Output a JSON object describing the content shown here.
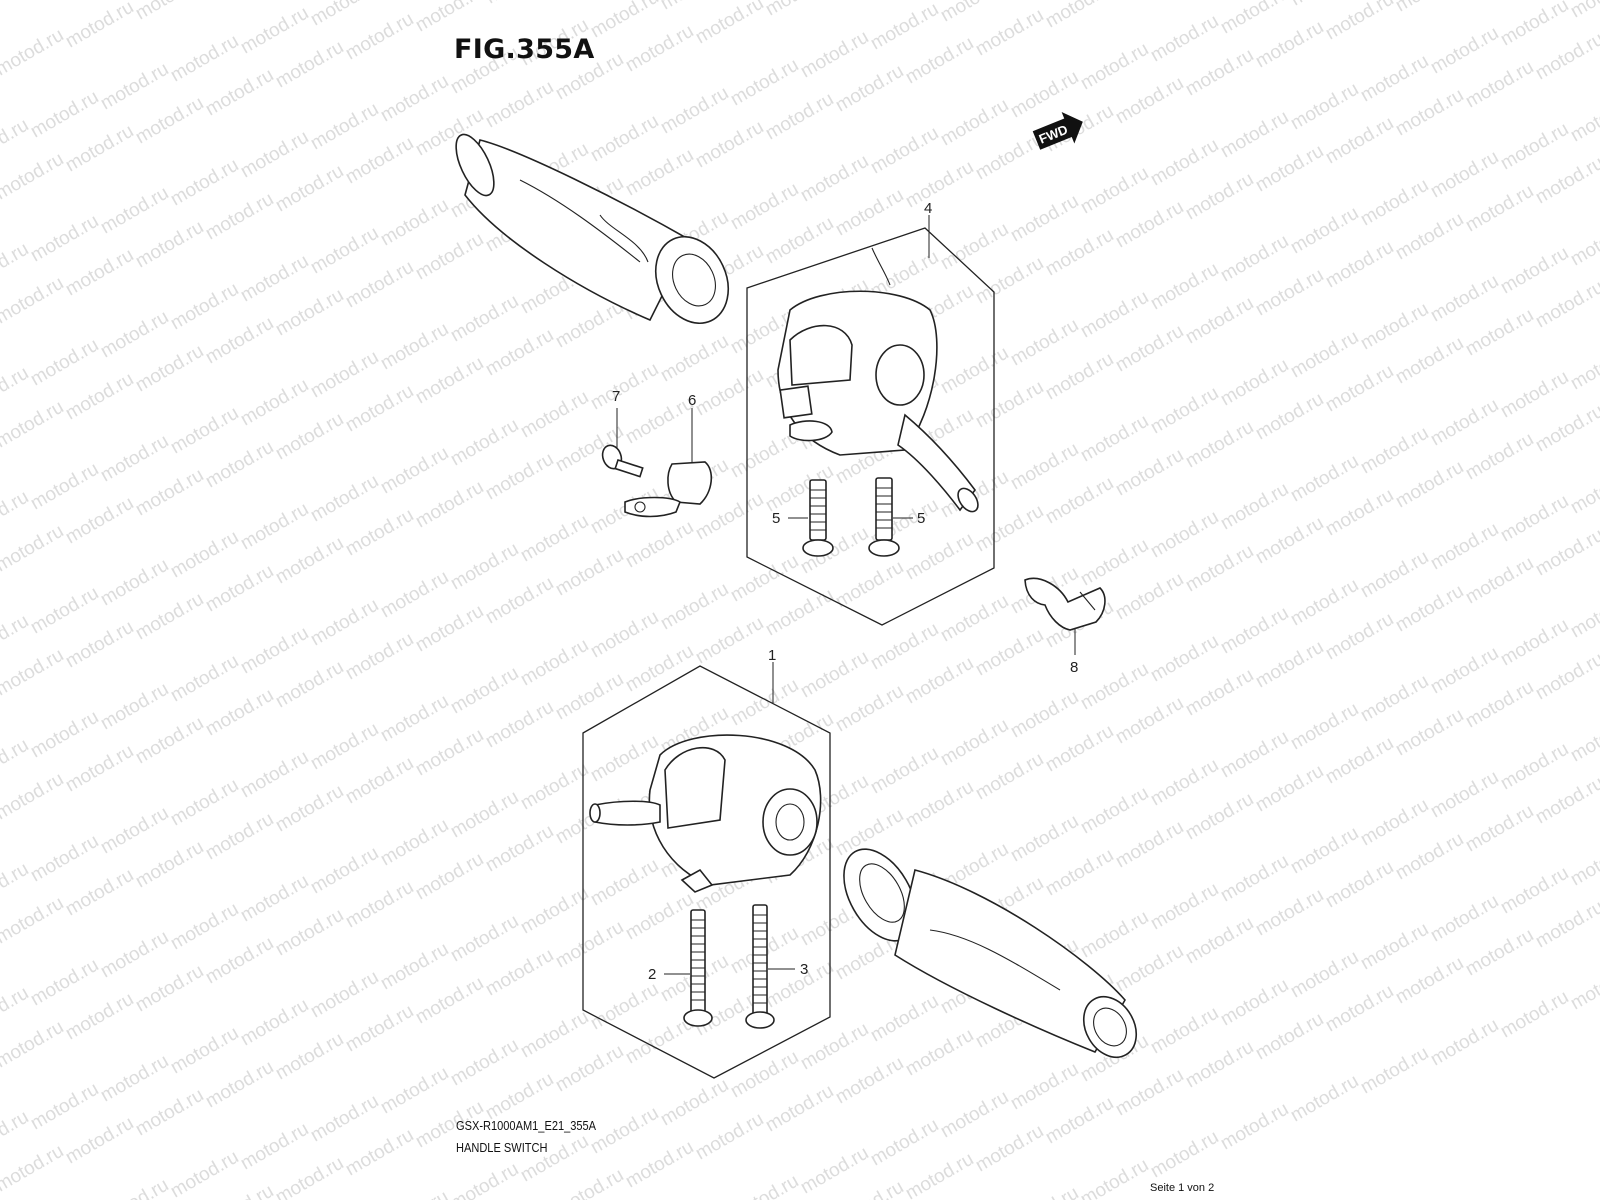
{
  "figure": {
    "title": "FIG.355A"
  },
  "watermark": {
    "text": "motod.ru"
  },
  "fwd_badge": {
    "text": "FWD"
  },
  "callouts": {
    "c1": "1",
    "c2": "2",
    "c3": "3",
    "c4": "4",
    "c5a": "5",
    "c5b": "5",
    "c6": "6",
    "c7": "7",
    "c8": "8"
  },
  "footer": {
    "code": "GSX-R1000AM1_E21_355A",
    "name": "HANDLE SWITCH",
    "page": "Seite 1 von 2"
  }
}
